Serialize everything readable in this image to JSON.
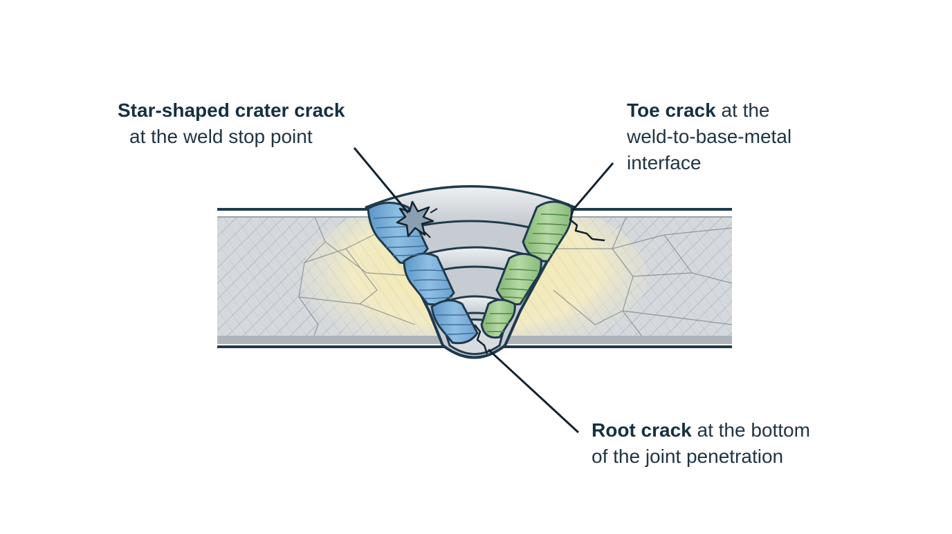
{
  "labels": {
    "crater": {
      "bold": "Star-shaped crater crack",
      "rest": "",
      "line2": "at the weld stop point"
    },
    "toe": {
      "bold": "Toe crack",
      "rest": " at the",
      "line2": "weld-to-base-metal",
      "line3": "interface"
    },
    "root": {
      "bold": "Root crack",
      "rest": " at the bottom",
      "line2": "of the joint penetration"
    }
  },
  "colors": {
    "outline": "#1e3a4c",
    "base_metal": "#d3d7db",
    "haz": "#efe3a0",
    "weld_metal": "#c9ced4",
    "left_passes": "#7fb1da",
    "right_passes": "#9fcb92",
    "text": "#1f3342"
  }
}
